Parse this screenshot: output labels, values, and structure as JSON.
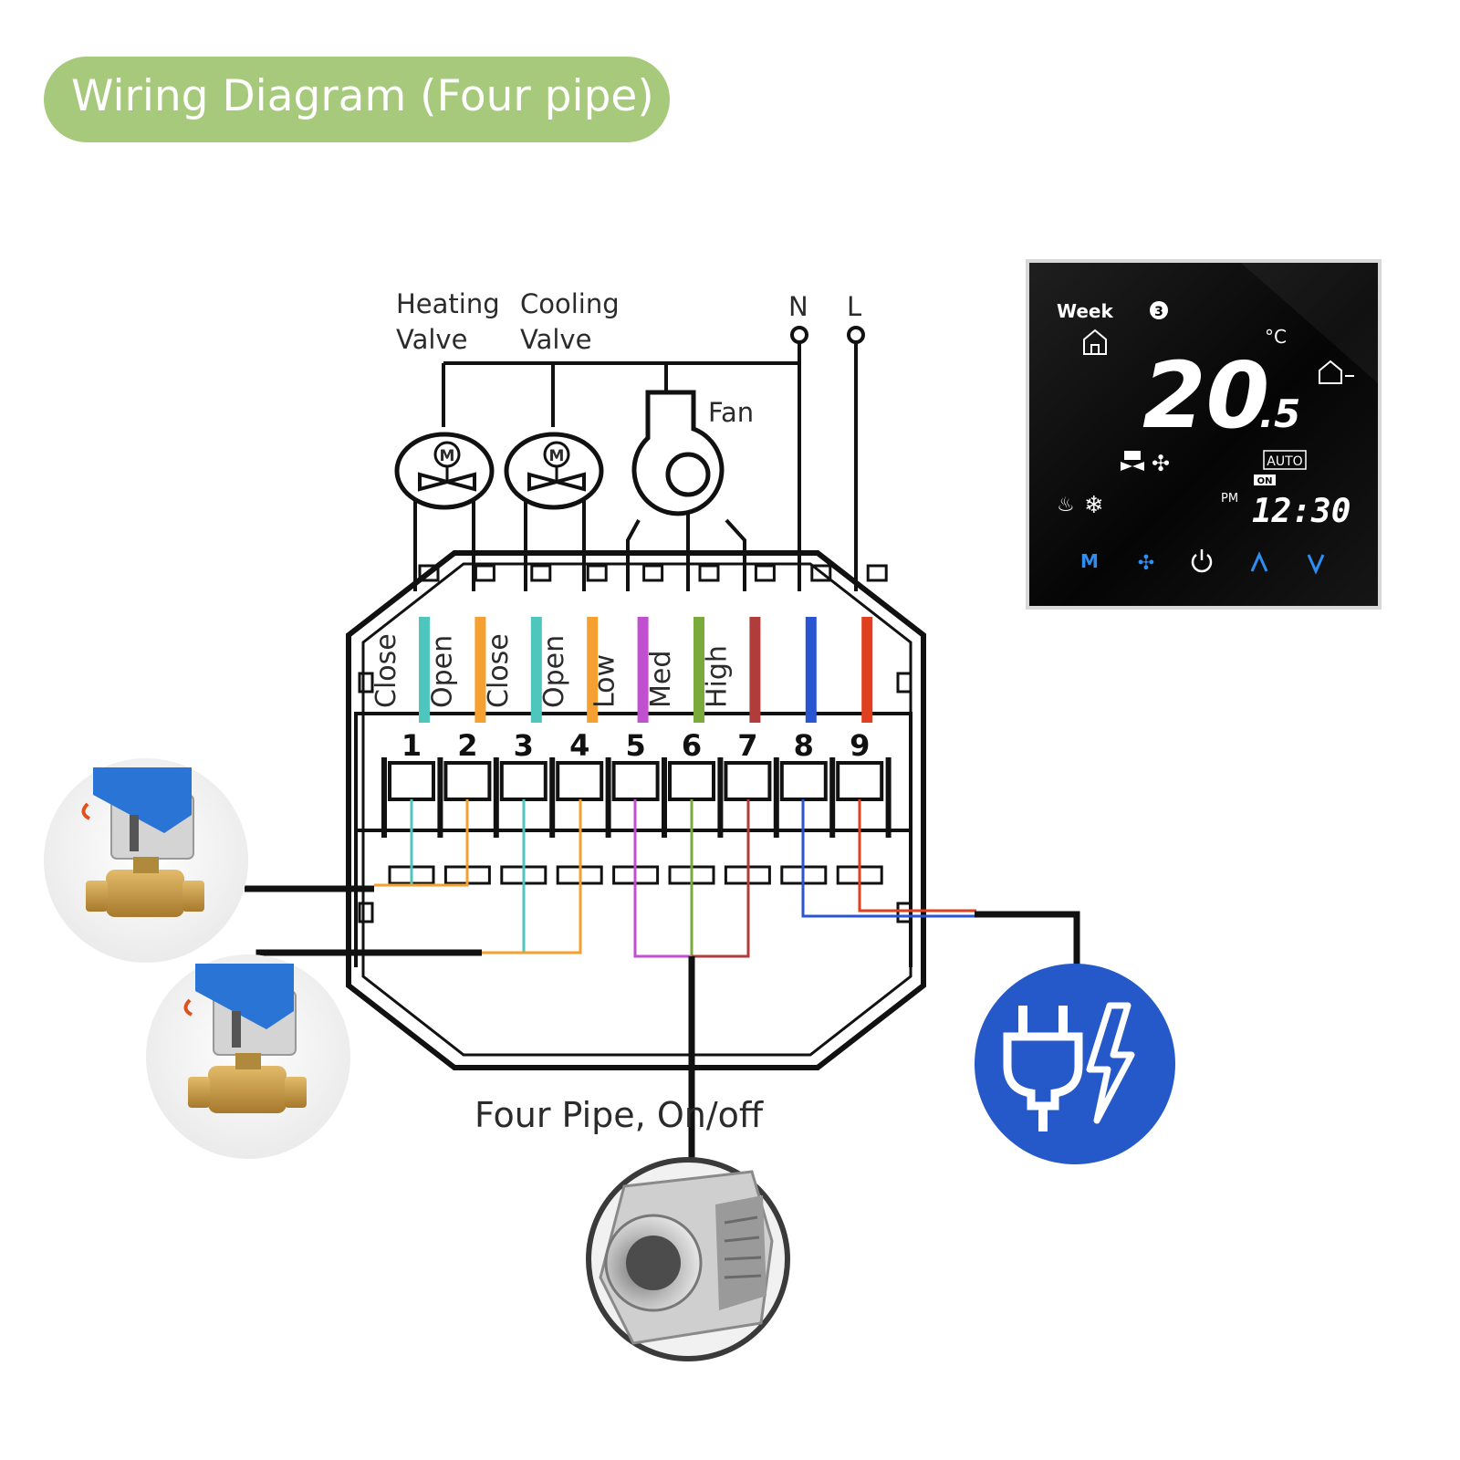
{
  "title": "Wiring Diagram (Four pipe) :",
  "top_labels": {
    "heating_valve_line1": "Heating",
    "heating_valve_line2": "Valve",
    "cooling_valve_line1": "Cooling",
    "cooling_valve_line2": "Valve",
    "fan": "Fan",
    "neutral": "N",
    "live": "L",
    "motor_letter": "M"
  },
  "terminals": [
    {
      "number": "1",
      "label": "Close",
      "wire_color": "#4fc6bd"
    },
    {
      "number": "2",
      "label": "Open",
      "wire_color": "#f5a030"
    },
    {
      "number": "3",
      "label": "Close",
      "wire_color": "#4fc6bd"
    },
    {
      "number": "4",
      "label": "Open",
      "wire_color": "#f5a030"
    },
    {
      "number": "5",
      "label": "Low",
      "wire_color": "#c050d0"
    },
    {
      "number": "6",
      "label": "Med",
      "wire_color": "#7aaa3c"
    },
    {
      "number": "7",
      "label": "High",
      "wire_color": "#b03c3c"
    },
    {
      "number": "8",
      "label": "",
      "wire_color": "#2a55d0"
    },
    {
      "number": "9",
      "label": "",
      "wire_color": "#e04020"
    }
  ],
  "caption": "Four Pipe, On/off",
  "thermostat": {
    "week_label": "Week",
    "day_number": "3",
    "temperature_main": "20",
    "temperature_decimal": ".5",
    "temperature_unit": "°C",
    "mode_label": "AUTO",
    "on_label": "ON",
    "period": "PM",
    "time": "12:30",
    "buttons": [
      "M",
      "fan",
      "power",
      "up",
      "down"
    ]
  },
  "devices": [
    "valve-photo",
    "valve-photo",
    "centrifugal-fan-photo",
    "power-plug-icon"
  ],
  "colors": {
    "title_pill": "#a6c97c",
    "power_circle": "#2558c8",
    "thermostat_bg": "#0b0b0b",
    "thermostat_buttons": "#2d8ff0"
  }
}
